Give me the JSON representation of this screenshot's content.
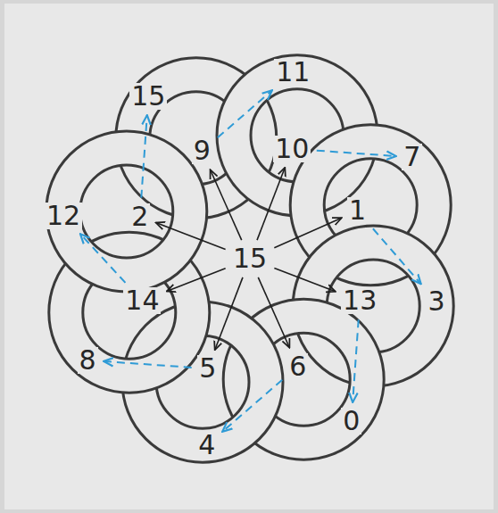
{
  "diagram": {
    "nodes": [
      {
        "text": [
          "11"
        ]
      },
      {
        "text": [
          "15"
        ]
      },
      {
        "text": [
          "9"
        ]
      },
      {
        "text": [
          "10"
        ]
      },
      {
        "text": [
          "7"
        ]
      },
      {
        "text": [
          "12"
        ]
      },
      {
        "text": [
          "2"
        ]
      },
      {
        "text": [
          "1"
        ]
      },
      {
        "text": [
          "15"
        ]
      },
      {
        "text": [
          "14"
        ]
      },
      {
        "text": [
          "13"
        ]
      },
      {
        "text": [
          "3"
        ]
      },
      {
        "text": [
          "8"
        ]
      },
      {
        "text": [
          "5"
        ]
      },
      {
        "text": [
          "6"
        ]
      },
      {
        "text": [
          "4"
        ]
      },
      {
        "text": [
          "0"
        ]
      }
    ],
    "edges": [
      {
        "from": 8,
        "to": 2,
        "arrow": "to"
      },
      {
        "from": 8,
        "to": 3,
        "arrow": "to"
      },
      {
        "from": 8,
        "to": 7,
        "arrow": "to"
      },
      {
        "from": 8,
        "to": 10,
        "arrow": "to"
      },
      {
        "from": 8,
        "to": 14,
        "arrow": "to"
      },
      {
        "from": 8,
        "to": 13,
        "arrow": "to"
      },
      {
        "from": 8,
        "to": 9,
        "arrow": "to"
      },
      {
        "from": 8,
        "to": 6,
        "arrow": "to"
      },
      {
        "from": 2,
        "to": 0,
        "arrow": "to"
      },
      {
        "from": 3,
        "to": 4,
        "arrow": "to"
      },
      {
        "from": 7,
        "to": 11,
        "arrow": "to"
      },
      {
        "from": 10,
        "to": 16,
        "arrow": "to"
      },
      {
        "from": 14,
        "to": 15,
        "arrow": "to"
      },
      {
        "from": 13,
        "to": 12,
        "arrow": "to"
      },
      {
        "from": 9,
        "to": 5,
        "arrow": "to"
      },
      {
        "from": 6,
        "to": 1,
        "arrow": "to"
      }
    ]
  }
}
